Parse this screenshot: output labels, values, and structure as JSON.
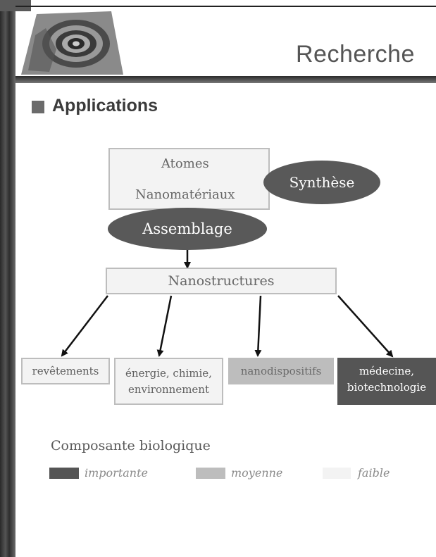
{
  "header": {
    "title": "Recherche",
    "logo": "spiral-nanostructure-logo"
  },
  "section": {
    "title": "Applications"
  },
  "diagram": {
    "source_box": {
      "line1": "Atomes",
      "line2": "Nanomatériaux"
    },
    "synthese": "Synthèse",
    "assemblage": "Assemblage",
    "nanostructures": "Nanostructures",
    "outcomes": [
      {
        "lines": [
          "revêtements"
        ],
        "level": "faible"
      },
      {
        "lines": [
          "énergie, chimie,",
          "environnement"
        ],
        "level": "faible"
      },
      {
        "lines": [
          "nanodispositifs"
        ],
        "level": "moyenne"
      },
      {
        "lines": [
          "médecine,",
          "biotechnologie"
        ],
        "level": "importante"
      }
    ]
  },
  "legend": {
    "title": "Composante biologique",
    "items": [
      {
        "label": "importante",
        "color": "#555555"
      },
      {
        "label": "moyenne",
        "color": "#bdbdbd"
      },
      {
        "label": "faible",
        "color": "#f3f3f3"
      }
    ]
  },
  "colors": {
    "importante": "#555555",
    "moyenne": "#bdbdbd",
    "faible": "#f3f3f3",
    "ellipse": "#595959",
    "header_bar": "#2b2b2b"
  }
}
